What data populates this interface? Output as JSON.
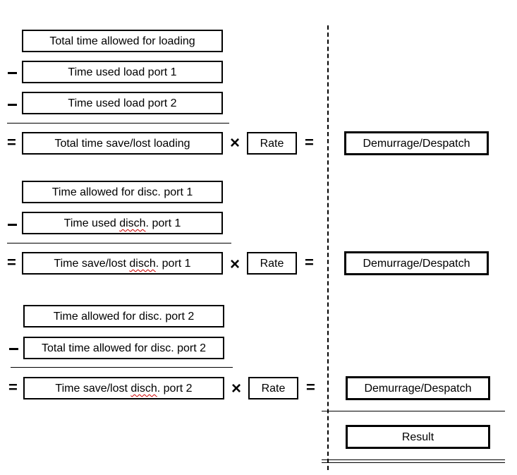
{
  "loading": {
    "total_allowed": "Total time allowed for loading",
    "used_port1": "Time used load port 1",
    "used_port2": "Time used load port 2",
    "saved_lost": "Total time save/lost loading",
    "rate": "Rate",
    "result": "Demurrage/Despatch"
  },
  "disc_port1": {
    "allowed": "Time allowed for disc. port 1",
    "used_prefix": "Time used ",
    "used_word": "disch",
    "used_suffix": ". port 1",
    "saved_prefix": "Time save/lost ",
    "saved_word": "disch",
    "saved_suffix": ". port 1",
    "rate": "Rate",
    "result": "Demurrage/Despatch"
  },
  "disc_port2": {
    "allowed": "Time allowed for disc. port 2",
    "total_allowed": "Total time allowed for disc. port 2",
    "saved_prefix": "Time save/lost ",
    "saved_word": "disch",
    "saved_suffix": ". port 2",
    "rate": "Rate",
    "result": "Demurrage/Despatch"
  },
  "final": {
    "result": "Result"
  },
  "operators": {
    "multiply": "×",
    "equals": "="
  }
}
